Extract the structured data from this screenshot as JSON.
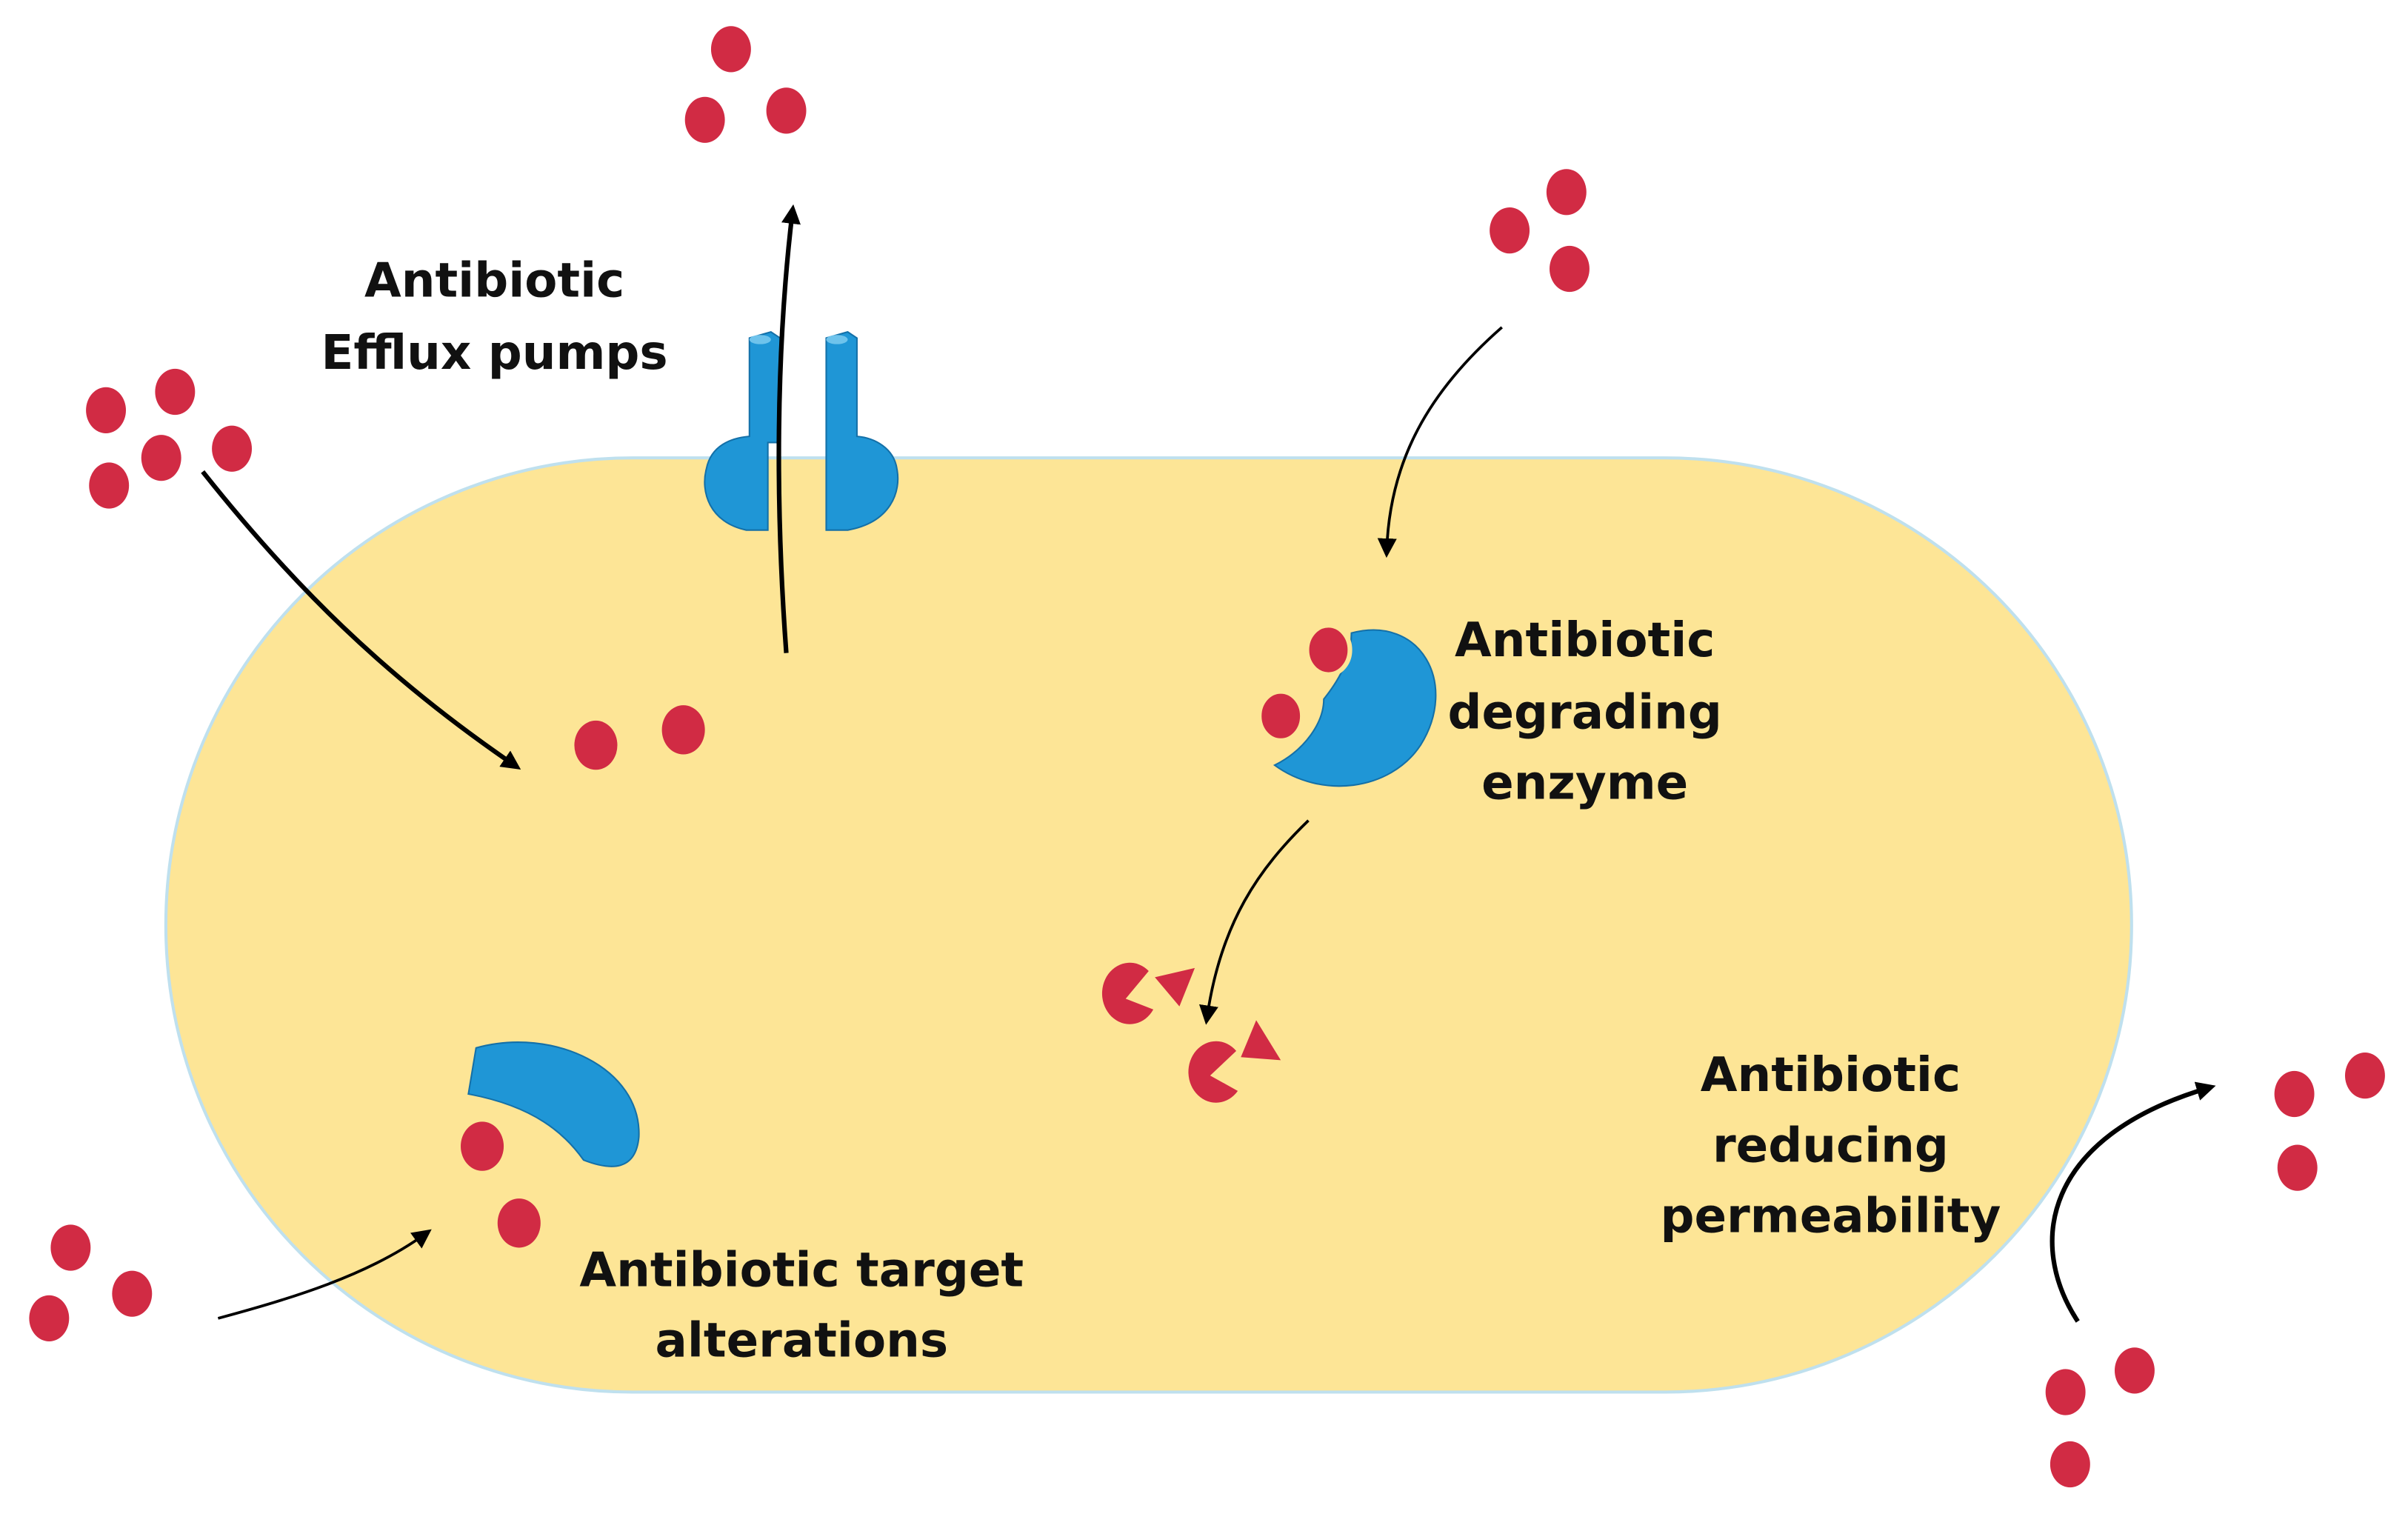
{
  "colors": {
    "cell_fill": "#FDE596",
    "cell_stroke": "#BFE0EE",
    "antibiotic": "#D12B44",
    "protein": "#1F96D6",
    "arrow": "#000000"
  },
  "labels": {
    "efflux_line1": "Antibiotic",
    "efflux_line2": "Efflux pumps",
    "degrading_line1": "Antibiotic",
    "degrading_line2": "degrading",
    "degrading_line3": "enzyme",
    "target_line1": "Antibiotic target",
    "target_line2": "alterations",
    "permeability_line1": "Antibiotic",
    "permeability_line2": "reducing",
    "permeability_line3": "permeability"
  },
  "icons": {
    "efflux_pump": "efflux-pump-icon",
    "degrading_enzyme": "degrading-enzyme-icon",
    "altered_target": "altered-target-icon",
    "degraded_fragment": "degraded-antibiotic-fragment-icon"
  }
}
